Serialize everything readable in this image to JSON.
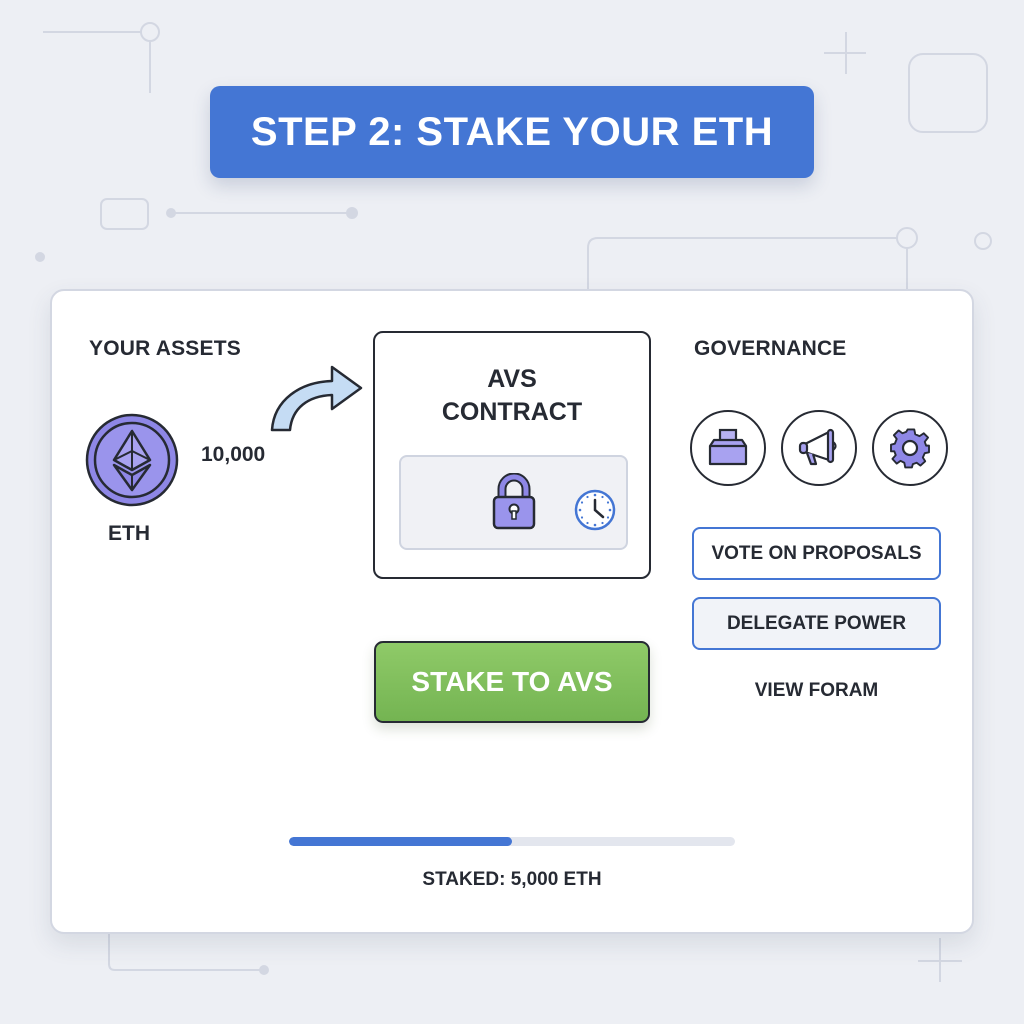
{
  "header": {
    "title": "STEP 2: STAKE YOUR ETH"
  },
  "assets": {
    "label": "YOUR ASSETS",
    "amount": "10,000",
    "symbol": "ETH",
    "icon": "ethereum-coin-icon"
  },
  "avs_contract": {
    "title_line1": "AVS",
    "title_line2": "CONTRACT",
    "icons": [
      "lock-icon",
      "clock-icon"
    ]
  },
  "stake_button": {
    "label": "STAKE TO AVS"
  },
  "governance": {
    "label": "GOVERNANCE",
    "icons": [
      "ballot-box-icon",
      "megaphone-icon",
      "gear-icon"
    ],
    "buttons": [
      {
        "label": "VOTE ON PROPOSALS"
      },
      {
        "label": "DELEGATE POWER"
      }
    ],
    "link": "VIEW FORAM"
  },
  "progress": {
    "percent": 50,
    "staked_text": "STAKED: 5,000 ETH"
  },
  "colors": {
    "primary_blue": "#4476d4",
    "stake_green": "#7fbe5b",
    "icon_purple": "#8e87e6",
    "arrow_blue": "#c5dcf4",
    "text_dark": "#262a33",
    "background": "#edeff4"
  }
}
